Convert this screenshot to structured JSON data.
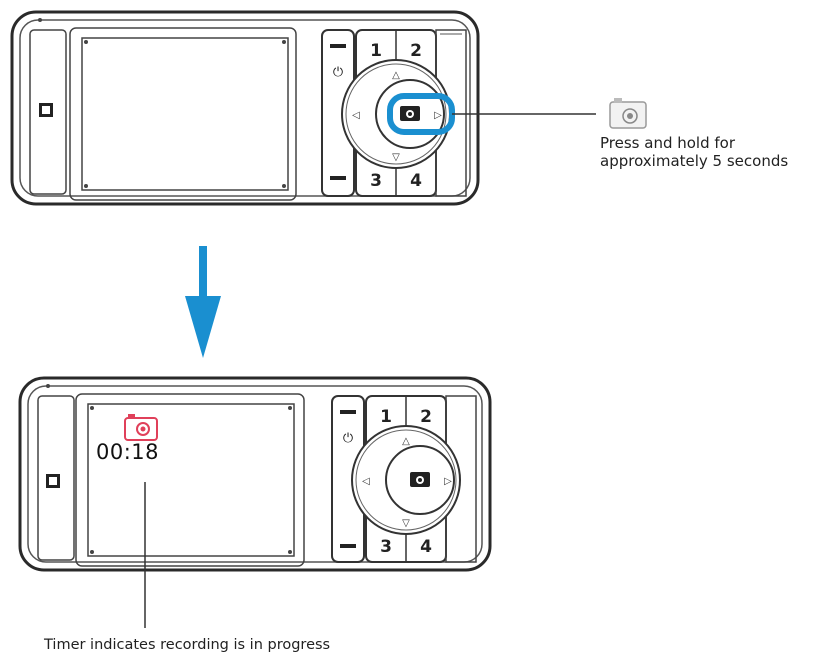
{
  "callouts": {
    "press_hold_line1": "Press and hold for",
    "press_hold_line2": "approximately 5 seconds",
    "timer_note": "Timer indicates recording is in progress"
  },
  "screen": {
    "timer": "00:18"
  },
  "keypad": {
    "key1": "1",
    "key2": "2",
    "key3": "3",
    "key4": "4"
  },
  "icons": {
    "camera_hint": "camera-icon",
    "recording": "recording-icon",
    "arrow": "down-arrow-icon"
  },
  "colors": {
    "highlight": "#1a8fd0",
    "arrow": "#1a8fd0",
    "recording": "#e0405a",
    "device_outline": "#333333"
  }
}
